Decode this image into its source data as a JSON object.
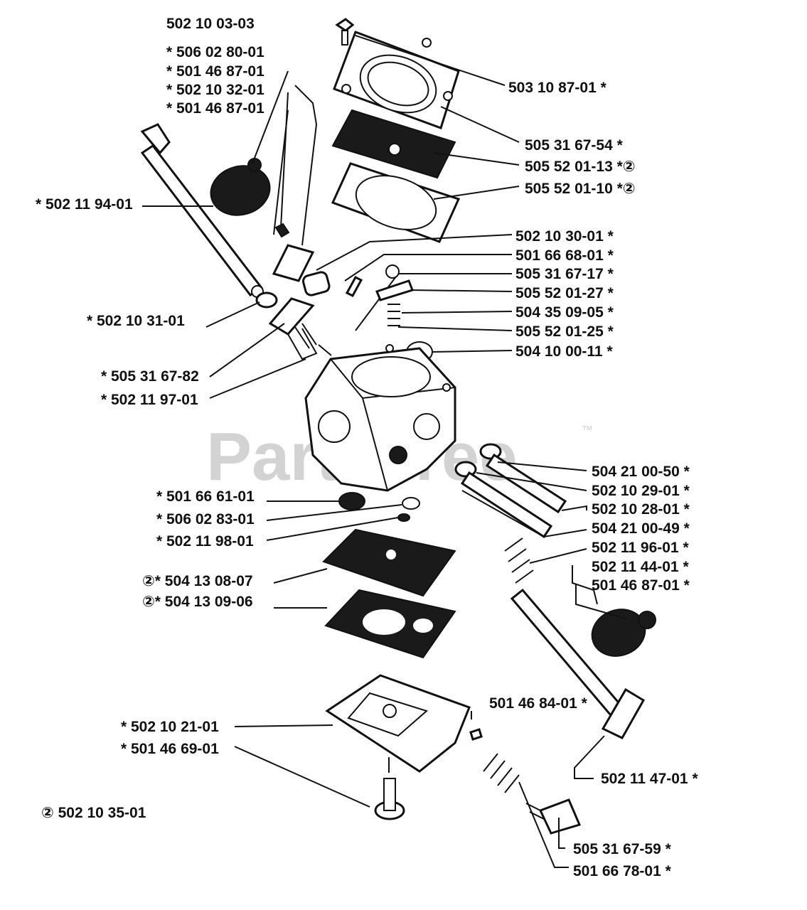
{
  "watermark": "PartsTree",
  "trademark": "™",
  "labels": {
    "l_5021003_03": "502 10 03-03",
    "l_5060280_01": "* 506 02 80-01",
    "l_5014687_01a": "* 501 46 87-01",
    "l_5021032_01": "* 502 10 32-01",
    "l_5014687_01b": "* 501 46 87-01",
    "l_5021194_01": "* 502 11 94-01",
    "l_5021031_01": "* 502 10 31-01",
    "l_5053167_82": "* 505 31 67-82",
    "l_5021197_01": "* 502 11 97-01",
    "l_5016661_01": "* 501 66 61-01",
    "l_5060283_01": "* 506 02 83-01",
    "l_5021198_01": "* 502 11 98-01",
    "l_5041308_07": "②* 504 13 08-07",
    "l_5041309_06": "②* 504 13 09-06",
    "l_5021021_01": "* 502 10 21-01",
    "l_5014669_01": "* 501 46 69-01",
    "l_5021035_01": "② 502 10 35-01",
    "l_5031087_01": "503 10 87-01  *",
    "l_5053167_54": "505 31 67-54  *",
    "l_5055201_13": "505 52 01-13  *②",
    "l_5055201_10": "505 52 01-10  *②",
    "l_5021030_01": "502 10 30-01  *",
    "l_5016668_01": "501 66 68-01  *",
    "l_5053167_17": "505 31 67-17  *",
    "l_5055201_27": "505 52 01-27  *",
    "l_5043509_05": "504 35 09-05  *",
    "l_5055201_25": "505 52 01-25  *",
    "l_5041000_11": "504 10 00-11  *",
    "l_5042100_50": "504 21 00-50  *",
    "l_5021029_01": "502 10 29-01  *",
    "l_5021028_01": "502 10 28-01  *",
    "l_5042100_49": "504 21 00-49  *",
    "l_5021196_01": "502 11 96-01  *",
    "l_5021144_01": "502 11 44-01  *",
    "l_5014687_01c": "501 46 87-01  *",
    "l_5014684_01": "501 46 84-01  *",
    "l_5021147_01": "502 11 47-01  *",
    "l_5053167_59": "505 31 67-59  *",
    "l_5016678_01": "501 66 78-01  *"
  }
}
